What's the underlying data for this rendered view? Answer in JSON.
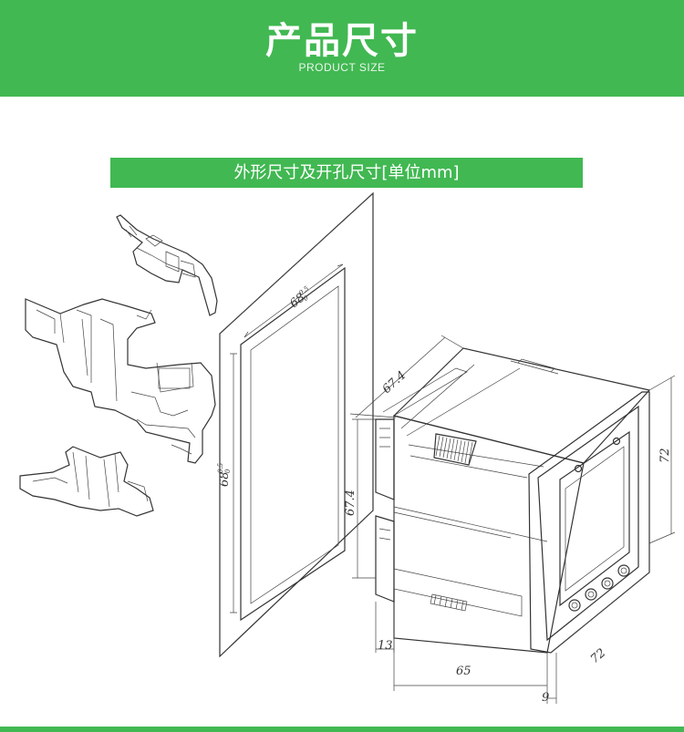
{
  "header": {
    "title": "产品尺寸",
    "subtitle": "PRODUCT SIZE"
  },
  "section": {
    "title": "外形尺寸及开孔尺寸[单位mm]"
  },
  "dimensions": {
    "cutout_width": "68",
    "cutout_width_tol_upper": "0.5",
    "cutout_width_tol_lower": "0",
    "cutout_height": "68",
    "cutout_height_tol_upper": "0.5",
    "cutout_height_tol_lower": "0",
    "body_width_top": "67.4",
    "body_height_side": "67.4",
    "front_height": "72",
    "front_width": "72",
    "depth_body": "65",
    "depth_rear": "13",
    "depth_front": "9"
  },
  "colors": {
    "brand_green": "#41b852"
  }
}
